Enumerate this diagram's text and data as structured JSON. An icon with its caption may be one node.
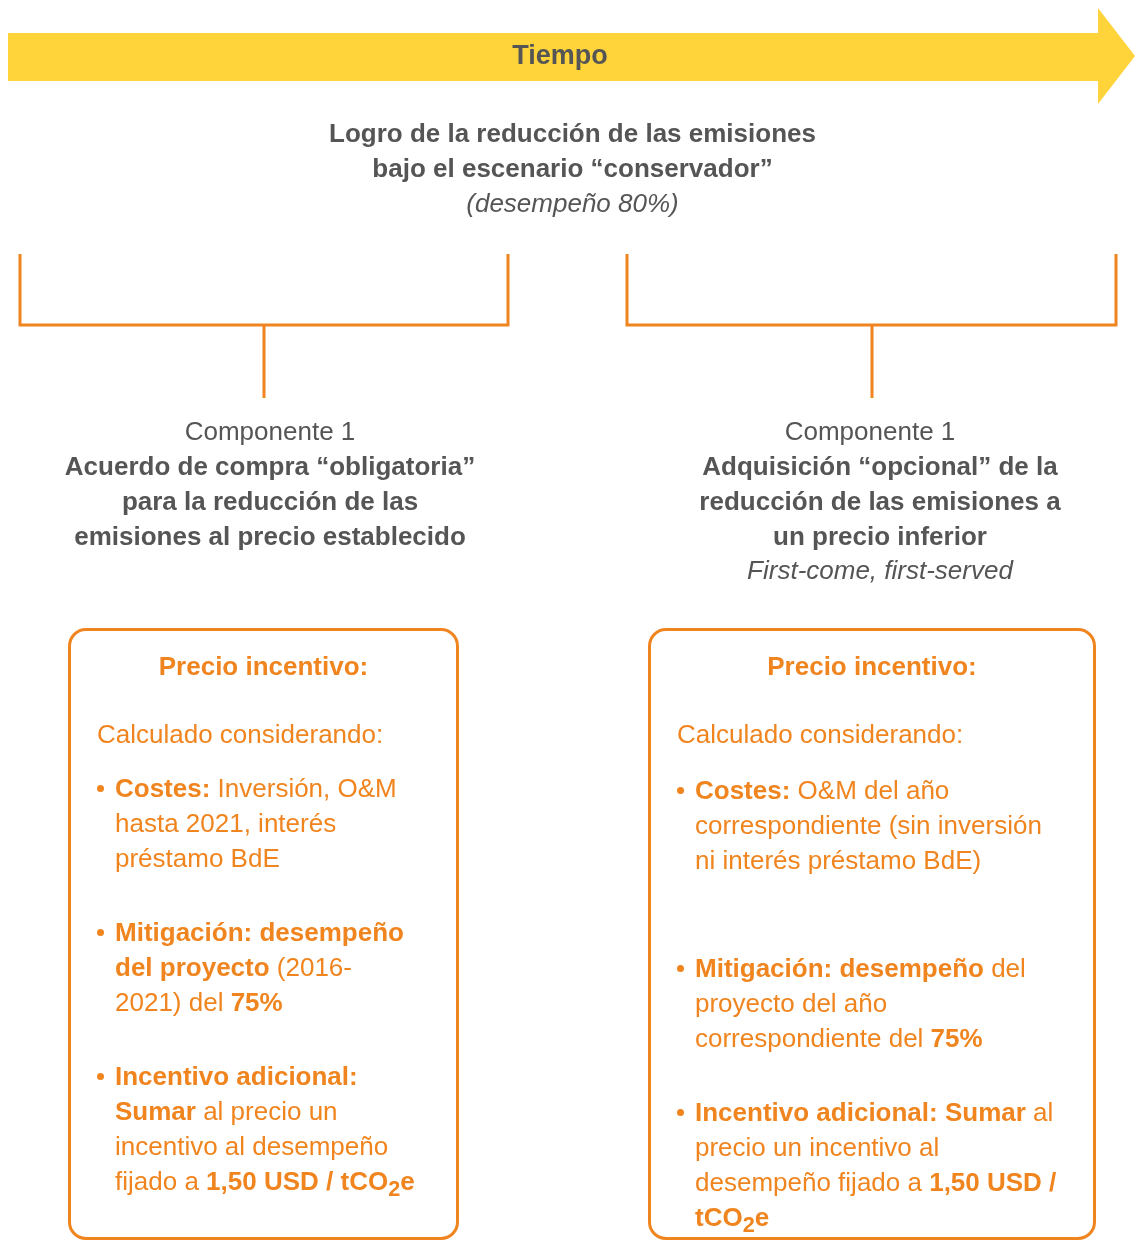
{
  "diagram": {
    "nodes": [
      {
        "text": [
          "Precio incentivo:",
          "Calculado considerando:",
          "**Costes:** Inversión, O&M hasta 2021, interés préstamo BdE",
          "**Mitigación: desempeño del proyecto** (2016-2021) del **75%**",
          "**Incentivo adicional:** **Sumar** al precio un incentivo al desempeño fijado a **1,50 USD / tCO$_{2}$e**"
        ]
      },
      {
        "text": [
          "Precio incentivo:",
          "Calculado considerando:",
          "**Costes:** O&M del año correspondiente (sin inversión ni interés préstamo BdE)",
          "**Mitigación: desempeño** del proyecto del año correspondiente del **75%**",
          "**Incentivo adicional:** **Sumar** al precio un incentivo al desempeño fijado a **1,50 USD / tCO$_{2}$e**"
        ]
      }
    ],
    "labels": [
      "Tiempo",
      "Logro de la reducción de las emisiones bajo el escenario “conservador”",
      "(desempeño 80%)",
      "Componente 1",
      "Acuerdo de compra “obligatoria” para la reducción de las emisiones al precio establecido",
      "Componente 1",
      "Adquisición “opcional” de la reducción de las emisiones a un precio inferior",
      "First-come, first-served"
    ]
  }
}
